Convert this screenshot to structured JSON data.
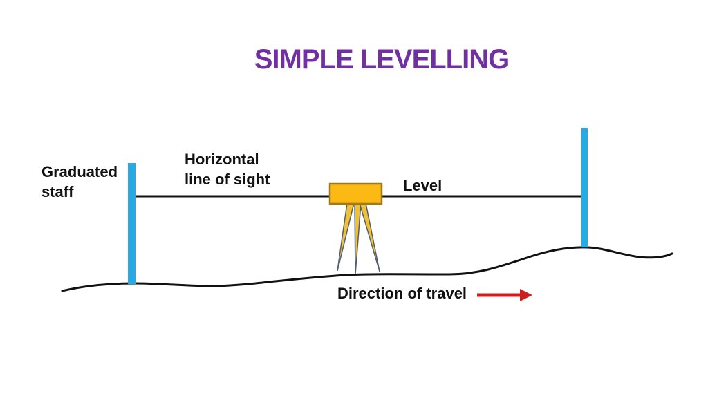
{
  "title": {
    "text": "SIMPLE LEVELLING"
  },
  "labels": {
    "graduated_staff": "Graduated\nstaff",
    "horizontal_line_of_sight": "Horizontal\nline of sight",
    "level": "Level",
    "direction_of_travel": "Direction of travel"
  },
  "colors": {
    "title_purple": "#7030A0",
    "staff_blue": "#29ABE2",
    "level_body_yellow": "#FCB813",
    "level_body_border": "#9C7A1E",
    "tripod_leg_yellow": "#EFC13A",
    "tripod_leg_border": "#55606E",
    "line_black": "#111111",
    "arrow_red": "#CC2020",
    "label_text_black": "#111111",
    "background_white": "#FFFFFF"
  }
}
